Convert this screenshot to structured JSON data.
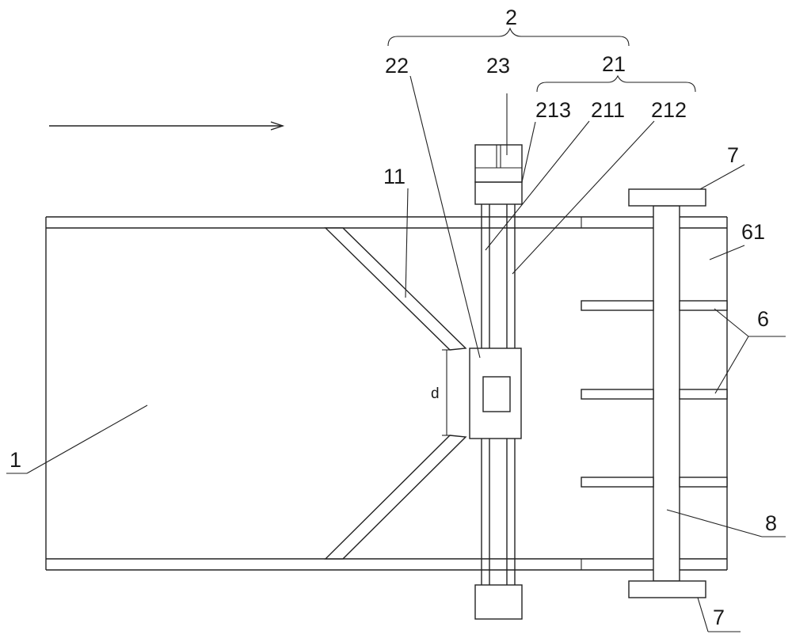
{
  "labels": {
    "l2": "2",
    "l21": "21",
    "l22": "22",
    "l23": "23",
    "l211": "211",
    "l212": "212",
    "l213": "213",
    "l11": "11",
    "l1": "1",
    "l7_top": "7",
    "l7_bottom": "7",
    "l61": "61",
    "l6": "6",
    "l8": "8",
    "ld": "d"
  }
}
